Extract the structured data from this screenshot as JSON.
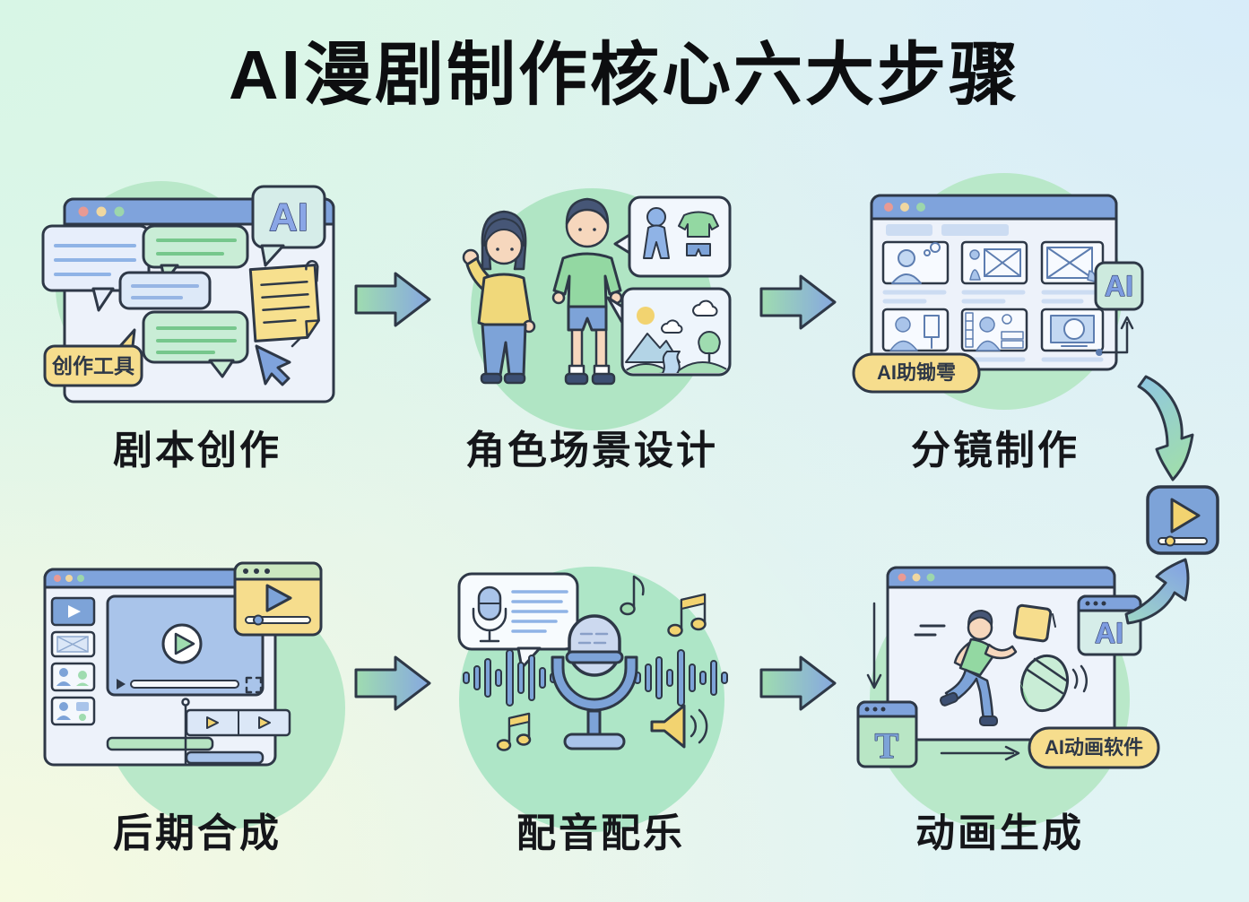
{
  "title": "AI漫剧制作核心六大步骤",
  "steps": [
    {
      "key": "script",
      "caption": "剧本创作",
      "labels": {
        "ai_bubble": "AI",
        "tool_tag": "创作工具"
      }
    },
    {
      "key": "character_scene",
      "caption": "角色场景设计"
    },
    {
      "key": "storyboard",
      "caption": "分镜制作",
      "labels": {
        "ai_badge": "AI",
        "assistant_tag": "AI助锄雩"
      }
    },
    {
      "key": "compositing",
      "caption": "后期合成"
    },
    {
      "key": "dubbing",
      "caption": "配音配乐"
    },
    {
      "key": "animation",
      "caption": "动画生成",
      "labels": {
        "ai_window": "AI",
        "text_tool": "T",
        "software_tag": "AI动画软件"
      }
    }
  ],
  "icons": [
    "browser-window-icon",
    "chat-bubble-icon",
    "sticky-note-icon",
    "cursor-icon",
    "ai-badge-icon",
    "storyboard-grid-icon",
    "video-player-icon",
    "timeline-icon",
    "microphone-icon",
    "waveform-icon",
    "music-note-icon",
    "speaker-icon",
    "running-character-icon",
    "text-tool-icon",
    "play-video-icon",
    "arrow-right-icon",
    "arrow-curved-icon"
  ],
  "colors": {
    "outline": "#2e3847",
    "accent_blue": "#7fa3dc",
    "light_blue": "#a9c4ea",
    "mint_circle": "#b9e8c9",
    "green_fill": "#93d8a2",
    "yellow_fill": "#f6dd8d",
    "window_body": "#edf2fa",
    "bg_top_left": "#d8f6e6",
    "bg_top_right": "#d7ecfa",
    "bg_bottom_left": "#f6fae0",
    "bg_bottom_right": "#e0f4f4"
  }
}
